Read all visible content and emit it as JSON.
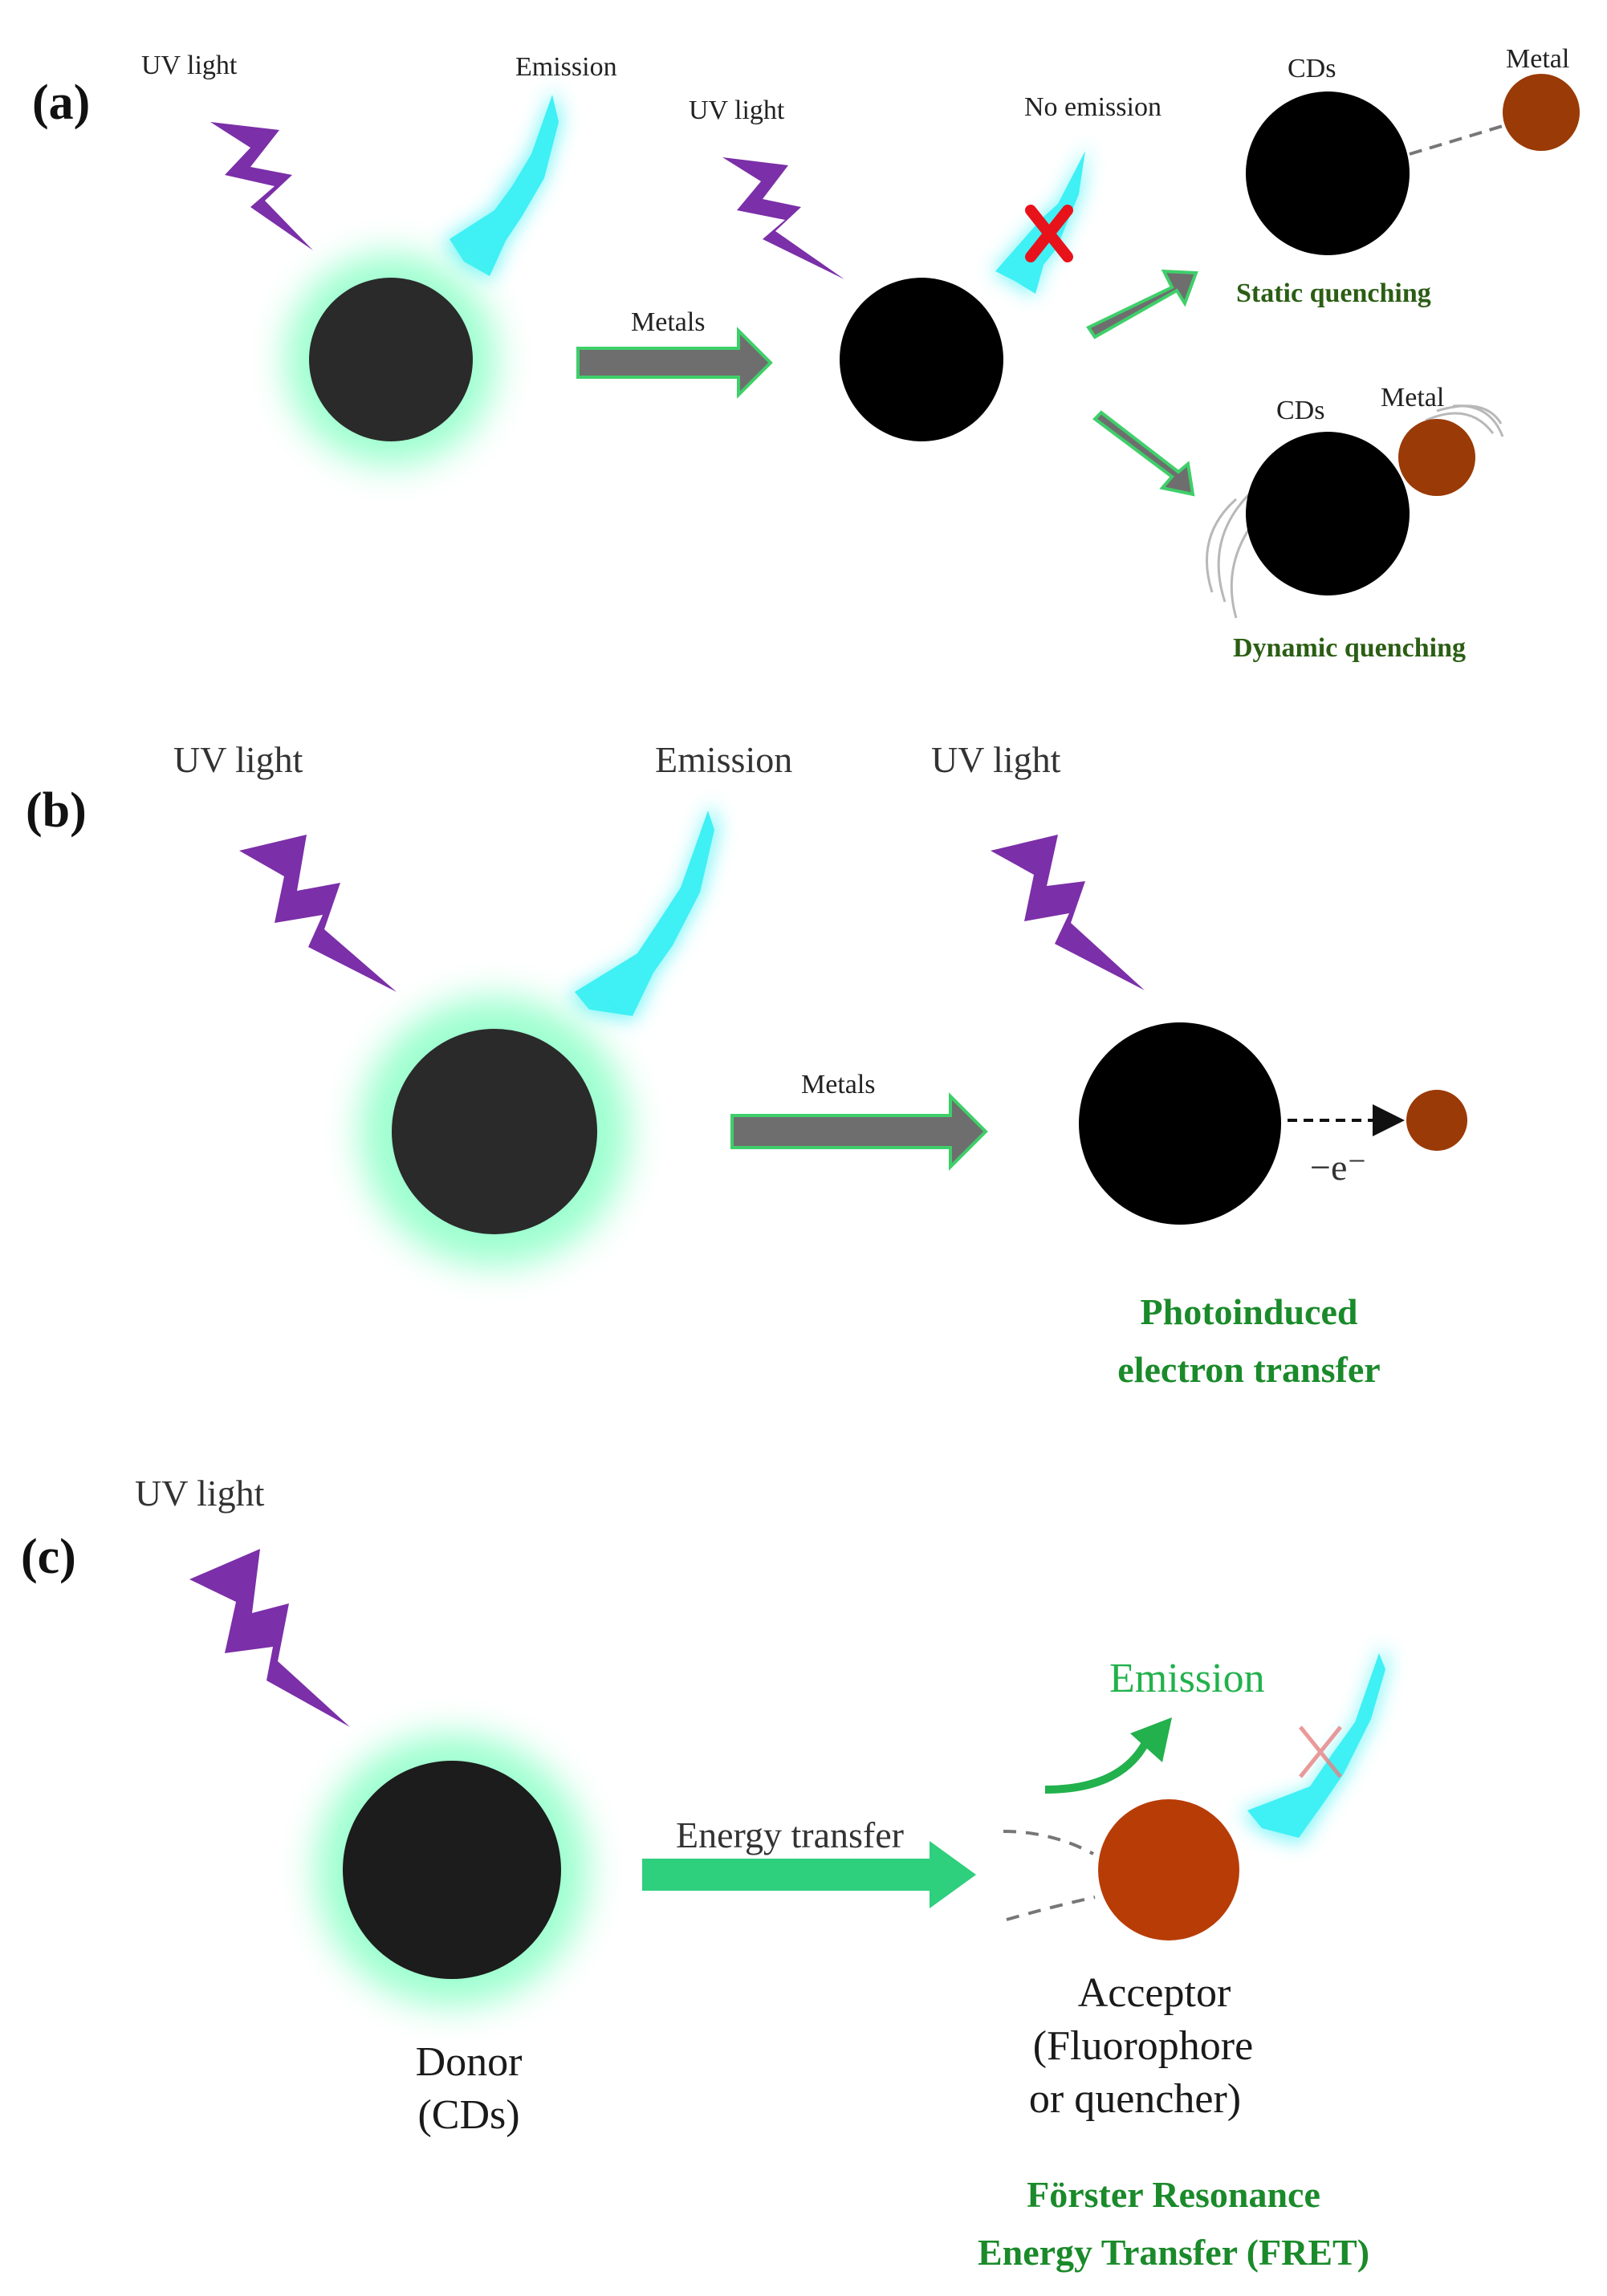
{
  "panels": {
    "a": {
      "letter": "(a)",
      "uv_light_1": "UV light",
      "emission": "Emission",
      "arrow_label": "Metals",
      "uv_light_2": "UV light",
      "no_emission": "No emission",
      "static": {
        "cds_label": "CDs",
        "metal_label": "Metal",
        "title": "Static quenching"
      },
      "dynamic": {
        "cds_label": "CDs",
        "metal_label": "Metal",
        "title": "Dynamic quenching"
      }
    },
    "b": {
      "letter": "(b)",
      "uv_light_1": "UV light",
      "emission": "Emission",
      "uv_light_2": "UV light",
      "arrow_label": "Metals",
      "electron_label": "−e⁻",
      "title_line1": "Photoinduced",
      "title_line2": "electron transfer"
    },
    "c": {
      "letter": "(c)",
      "uv_light": "UV light",
      "emission": "Emission",
      "arrow_label": "Energy transfer",
      "donor_line1": "Donor",
      "donor_line2": "(CDs)",
      "acceptor_line1": "Acceptor",
      "acceptor_line2": "(Fluorophore",
      "acceptor_line3": "or quencher)",
      "title_line1": "Förster Resonance",
      "title_line2": "Energy Transfer (FRET)"
    }
  },
  "colors": {
    "uv_bolt": "#7b2fa8",
    "emission_bolt": "#3ff0f5",
    "cd_particle": "#1c1c1c",
    "glow": "#7dffc0",
    "metal": "#9a3a06",
    "acceptor": "#b83c06",
    "arrow_gray": "#6e6e6e",
    "arrow_outline": "#3fcf6a",
    "arrow_green": "#2ecf7d",
    "cross_red": "#e8121a",
    "title_green": "#2b5e14"
  }
}
